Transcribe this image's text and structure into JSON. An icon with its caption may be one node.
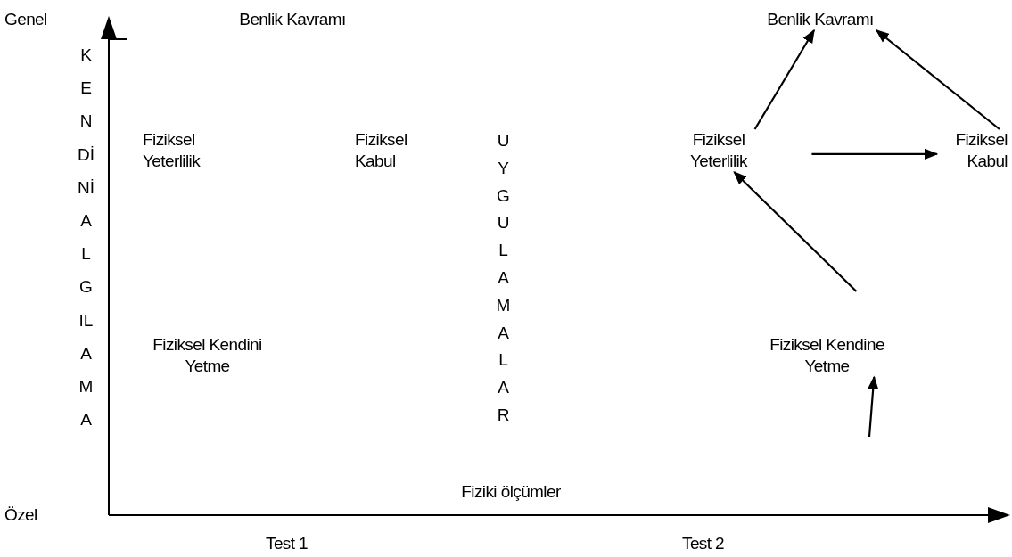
{
  "diagram": {
    "nodes": [
      {
        "text": [
          "Benlik Kavramı"
        ]
      },
      {
        "text": [
          "Fiziksel Yeterlilik"
        ]
      },
      {
        "text": [
          "Fiziksel Kabul"
        ]
      },
      {
        "text": [
          "Fiziksel Kendini Yetme"
        ]
      },
      {
        "text": [
          "Fiziki ölçümler"
        ]
      },
      {
        "text": [
          "Benlik Kavramı"
        ]
      },
      {
        "text": [
          "Fiziksel Yeterlilik"
        ]
      },
      {
        "text": [
          "Fiziksel Kabul"
        ]
      },
      {
        "text": [
          "Fiziksel Kendine Yetme"
        ]
      }
    ],
    "edges": [
      {
        "from": 6,
        "to": 5,
        "arrow": "to"
      },
      {
        "from": 7,
        "to": 5,
        "arrow": "to"
      },
      {
        "from": 6,
        "to": 7,
        "arrow": "to"
      },
      {
        "from": 8,
        "to": 6,
        "arrow": "to"
      },
      {
        "from": null,
        "to": 8,
        "arrow": "to"
      }
    ],
    "labels": [
      "Genel",
      "KENDİNİ ALGILAMA",
      "UYGULAMALAR",
      "Özel",
      "Test 1",
      "Test 2"
    ]
  }
}
